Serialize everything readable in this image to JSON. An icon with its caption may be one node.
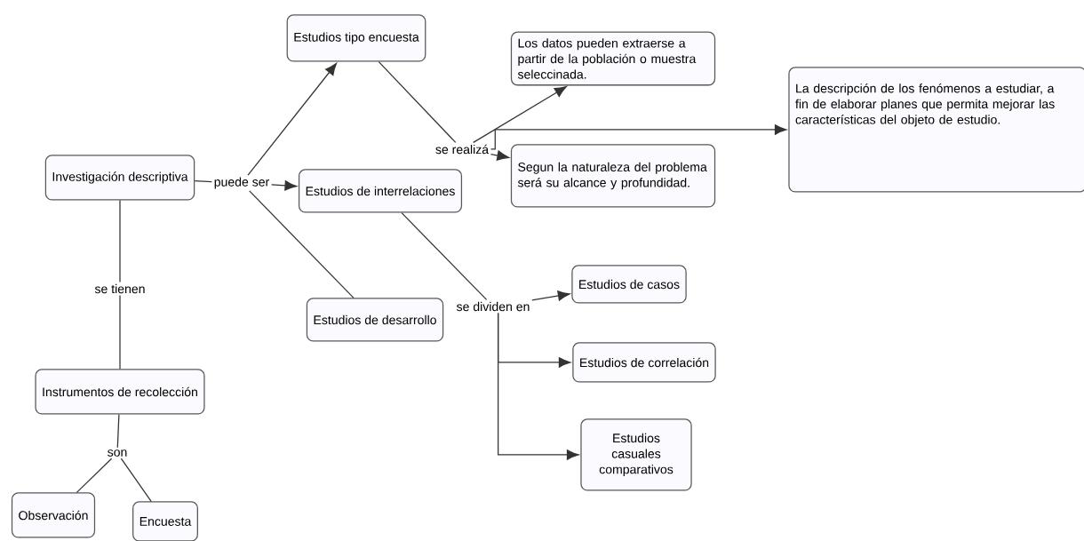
{
  "diagram": {
    "nodes": [
      {
        "text": [
          "Investigación descriptiva"
        ]
      },
      {
        "text": [
          "puede ser"
        ]
      },
      {
        "text": [
          "Estudios tipo encuesta"
        ]
      },
      {
        "text": [
          "Estudios de interrelaciones"
        ]
      },
      {
        "text": [
          "Estudios de desarrollo"
        ]
      },
      {
        "text": [
          "se realizá"
        ]
      },
      {
        "text": [
          "Los datos pueden extraerse a partir de la población o muestra seleccinada."
        ]
      },
      {
        "text": [
          "Segun la naturaleza del problema será su alcance y profundidad."
        ]
      },
      {
        "text": [
          "La descripción de los fenómenos a estudiar, a fin de elaborar  planes que permita mejorar las características del objeto de estudio."
        ]
      },
      {
        "text": [
          "se dividen en"
        ]
      },
      {
        "text": [
          "Estudios de casos"
        ]
      },
      {
        "text": [
          "Estudios de correlación"
        ]
      },
      {
        "text": [
          "Estudios casuales comparativos"
        ]
      },
      {
        "text": [
          "se tienen"
        ]
      },
      {
        "text": [
          "Instrumentos de recolección"
        ]
      },
      {
        "text": [
          "son"
        ]
      },
      {
        "text": [
          "Observación"
        ]
      },
      {
        "text": [
          "Encuesta"
        ]
      }
    ],
    "edges": [
      {
        "from": 0,
        "to": 1,
        "arrow": "none"
      },
      {
        "from": 1,
        "to": 2,
        "arrow": "to"
      },
      {
        "from": 1,
        "to": 3,
        "arrow": "to"
      },
      {
        "from": 1,
        "to": 4,
        "arrow": "none"
      },
      {
        "from": 2,
        "to": 5,
        "arrow": "none"
      },
      {
        "from": 5,
        "to": 6,
        "arrow": "to"
      },
      {
        "from": 5,
        "to": 7,
        "arrow": "to"
      },
      {
        "from": 5,
        "to": 8,
        "arrow": "to"
      },
      {
        "from": 3,
        "to": 9,
        "arrow": "none"
      },
      {
        "from": 9,
        "to": 10,
        "arrow": "to"
      },
      {
        "from": 9,
        "to": 11,
        "arrow": "to"
      },
      {
        "from": 9,
        "to": 12,
        "arrow": "to"
      },
      {
        "from": 0,
        "to": 13,
        "arrow": "none"
      },
      {
        "from": 13,
        "to": 14,
        "arrow": "none"
      },
      {
        "from": 14,
        "to": 15,
        "arrow": "none"
      },
      {
        "from": 15,
        "to": 16,
        "arrow": "none"
      },
      {
        "from": 15,
        "to": 17,
        "arrow": "none"
      }
    ]
  }
}
